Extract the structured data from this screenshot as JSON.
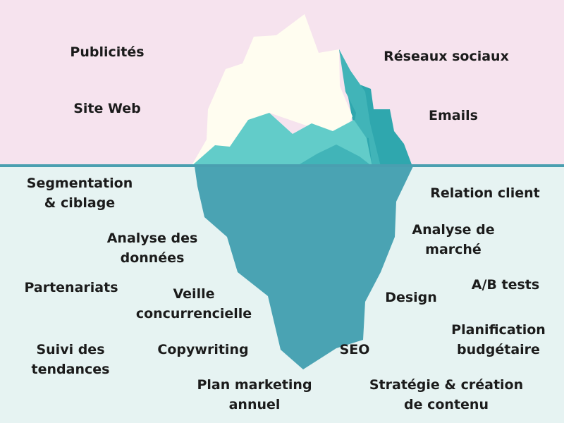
{
  "colors": {
    "sky": "#f6e3ee",
    "water": "#e6f3f2",
    "waterline": "#4a9fb0",
    "snow": "#fffdf0",
    "ice_light": "#62ccc9",
    "ice_mid": "#41b4b8",
    "ice_dark": "#2fa7ae",
    "submerged": "#4aa3b3",
    "text": "#1b1b1b"
  },
  "above_surface": {
    "left": [
      "Publicités",
      "Site Web"
    ],
    "right": [
      "Réseaux sociaux",
      "Emails"
    ]
  },
  "below_surface": {
    "segmentation": [
      "Segmentation",
      "& ciblage"
    ],
    "analyse_donnees": [
      "Analyse des",
      "données"
    ],
    "partenariats": [
      "Partenariats"
    ],
    "veille": [
      "Veille",
      "concurrencielle"
    ],
    "suivi": [
      "Suivi des",
      "tendances"
    ],
    "copywriting": [
      "Copywriting"
    ],
    "plan_marketing": [
      "Plan marketing",
      "annuel"
    ],
    "relation_client": [
      "Relation client"
    ],
    "analyse_marche": [
      "Analyse de",
      "marché"
    ],
    "ab_tests": [
      "A/B tests"
    ],
    "design": [
      "Design"
    ],
    "planification": [
      "Planification",
      "budgétaire"
    ],
    "seo": [
      "SEO"
    ],
    "strategie": [
      "Stratégie & création",
      "de contenu"
    ]
  }
}
